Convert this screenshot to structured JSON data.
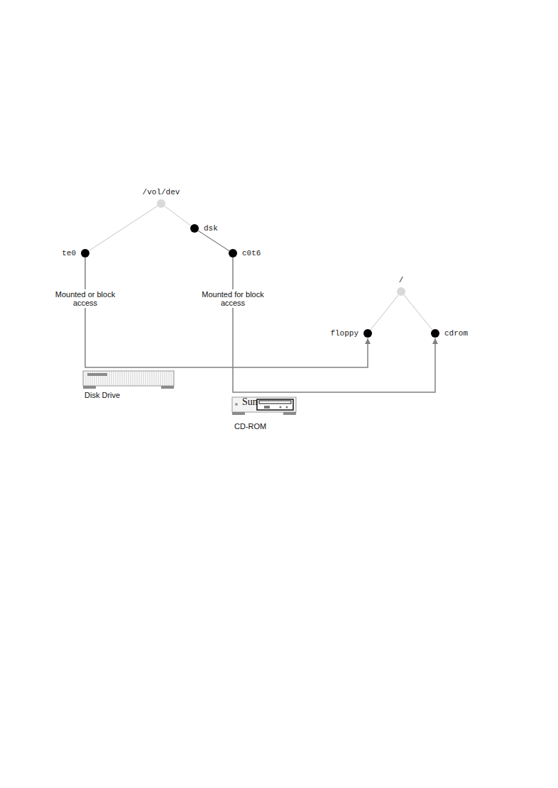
{
  "diagram": {
    "nodes": [
      {
        "text": [
          "/vol/dev"
        ]
      },
      {
        "text": [
          "dsk"
        ]
      },
      {
        "text": [
          "te0"
        ]
      },
      {
        "text": [
          "c0t6"
        ]
      },
      {
        "text": [
          "/"
        ]
      },
      {
        "text": [
          "floppy"
        ]
      },
      {
        "text": [
          "cdrom"
        ]
      }
    ],
    "edges": [
      {
        "from": 0,
        "to": 2,
        "arrow": "none"
      },
      {
        "from": 0,
        "to": 1,
        "arrow": "none"
      },
      {
        "from": 1,
        "to": 3,
        "arrow": "none"
      },
      {
        "from": 2,
        "to": 5,
        "label": "Mounted or block access",
        "arrow": "to"
      },
      {
        "from": 3,
        "to": 6,
        "label": "Mounted for block access",
        "arrow": "to"
      },
      {
        "from": 4,
        "to": 5,
        "arrow": "none"
      },
      {
        "from": 4,
        "to": 6,
        "arrow": "none"
      }
    ],
    "labels": [
      "Disk Drive",
      "Sun",
      "CD-ROM"
    ]
  }
}
